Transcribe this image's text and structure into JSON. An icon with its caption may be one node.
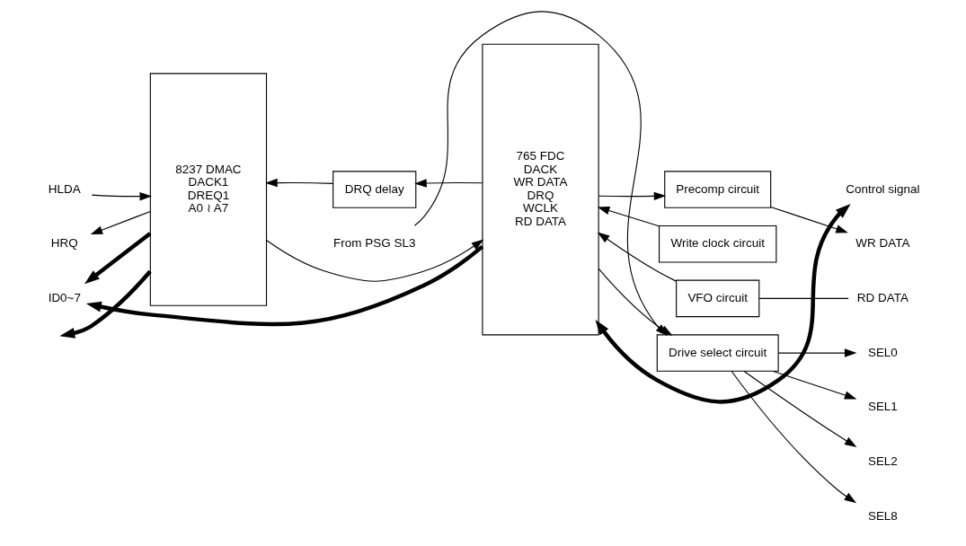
{
  "diagram": {
    "nodes": [
      {
        "text": [
          "8237 DMAC",
          "DACK1",
          "DREQ1",
          "A0 ≀ A7"
        ]
      },
      {
        "text": [
          "DRQ delay"
        ]
      },
      {
        "text": [
          "765 FDC",
          "DACK",
          "WR DATA",
          "DRQ",
          "WCLK",
          "RD DATA"
        ]
      },
      {
        "text": [
          "Precomp circuit"
        ]
      },
      {
        "text": [
          "Write clock circuit"
        ]
      },
      {
        "text": [
          "VFO circuit"
        ]
      },
      {
        "text": [
          "Drive select circuit"
        ]
      },
      {
        "text": [
          "HLDA"
        ]
      },
      {
        "text": [
          "HRQ"
        ]
      },
      {
        "text": [
          "Control signal"
        ]
      },
      {
        "text": [
          "WR DATA"
        ]
      },
      {
        "text": [
          "RD DATA"
        ]
      },
      {
        "text": [
          "ID0~7"
        ]
      },
      {
        "text": [
          "From PSG SL3"
        ]
      },
      {
        "text": [
          "SEL0"
        ]
      },
      {
        "text": [
          "SEL1"
        ]
      },
      {
        "text": [
          "SEL2"
        ]
      },
      {
        "text": [
          "SEL8"
        ]
      }
    ],
    "edges": [
      {
        "from": 7,
        "to": 0,
        "arrow": "to"
      },
      {
        "from": 0,
        "to": 8,
        "arrow": "to"
      },
      {
        "from": 0,
        "to": 2,
        "arrow": "to"
      },
      {
        "from": 2,
        "to": 1,
        "arrow": "to"
      },
      {
        "from": 1,
        "to": 0,
        "arrow": "to"
      },
      {
        "from": 0,
        "to": null,
        "arrow": "to",
        "style": "thick"
      },
      {
        "from": 2,
        "to": 9,
        "arrow": "both",
        "style": "thick"
      },
      {
        "from": 2,
        "to": 3,
        "arrow": "to"
      },
      {
        "from": 3,
        "to": 10,
        "arrow": "to"
      },
      {
        "from": 4,
        "to": 2,
        "arrow": "to"
      },
      {
        "from": 5,
        "to": 2,
        "arrow": "to"
      },
      {
        "from": 11,
        "to": 5,
        "arrow": "none"
      },
      {
        "from": 0,
        "to": 12,
        "arrow": "to",
        "style": "thick"
      },
      {
        "from": 2,
        "to": 12,
        "arrow": "to",
        "style": "thick"
      },
      {
        "from": 2,
        "to": 6,
        "arrow": "to"
      },
      {
        "from": 13,
        "to": 6,
        "arrow": "to"
      },
      {
        "from": 6,
        "to": 14,
        "arrow": "to"
      },
      {
        "from": 6,
        "to": 15,
        "arrow": "to"
      },
      {
        "from": 6,
        "to": 16,
        "arrow": "to"
      },
      {
        "from": 6,
        "to": 17,
        "arrow": "to"
      }
    ]
  }
}
